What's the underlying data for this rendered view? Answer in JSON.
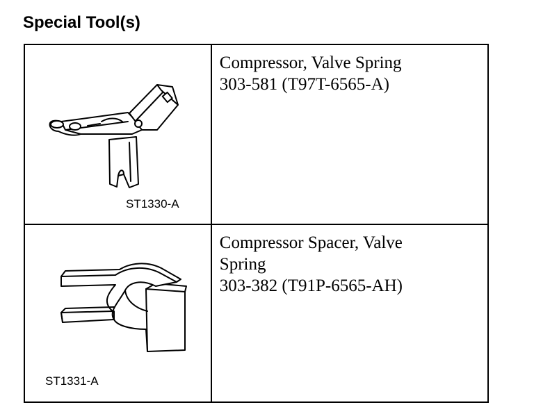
{
  "heading": "Special Tool(s)",
  "tools": [
    {
      "illustration_code": "ST1330-A",
      "description_lines": [
        "Compressor, Valve Spring",
        "303-581 (T97T-6565-A)"
      ]
    },
    {
      "illustration_code": "ST1331-A",
      "description_lines": [
        "Compressor Spacer, Valve",
        "Spring",
        "303-382 (T91P-6565-AH)"
      ]
    }
  ]
}
